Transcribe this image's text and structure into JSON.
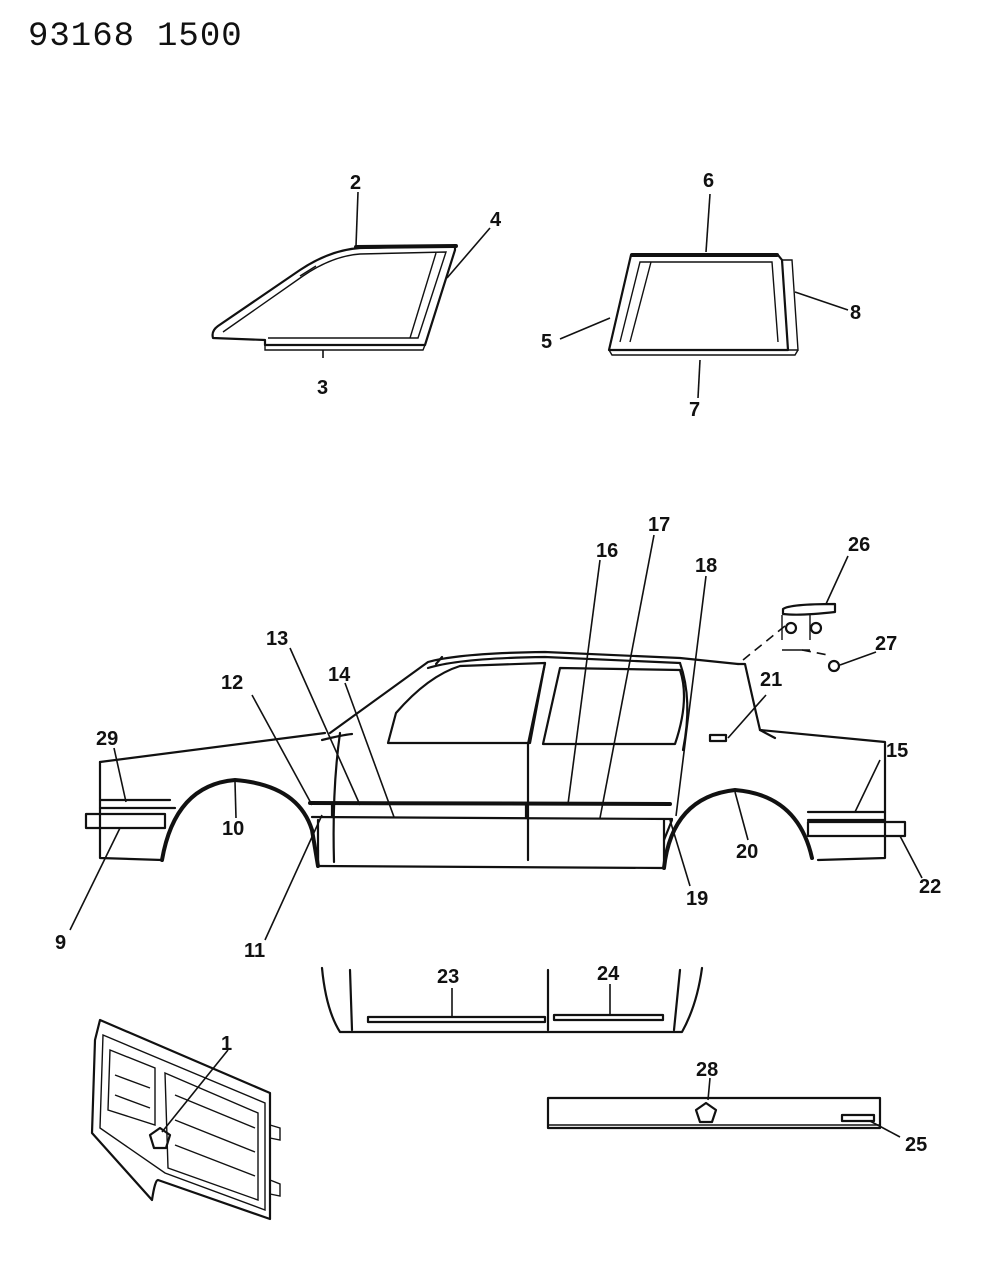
{
  "header": {
    "code_left": "93168",
    "code_right": "1500"
  },
  "callouts": [
    "1",
    "2",
    "3",
    "4",
    "5",
    "6",
    "7",
    "8",
    "9",
    "10",
    "11",
    "12",
    "13",
    "14",
    "15",
    "16",
    "17",
    "18",
    "19",
    "20",
    "21",
    "22",
    "23",
    "24",
    "25",
    "26",
    "27",
    "28",
    "29"
  ]
}
